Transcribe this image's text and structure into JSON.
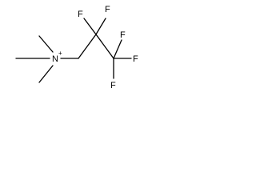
{
  "molecule": {
    "atoms": {
      "nitrogen": "N",
      "charge": "+",
      "f_c2_left": "F",
      "f_c2_right": "F",
      "f_cf3_top": "F",
      "f_cf3_right": "F",
      "f_cf3_bottom": "F"
    }
  }
}
